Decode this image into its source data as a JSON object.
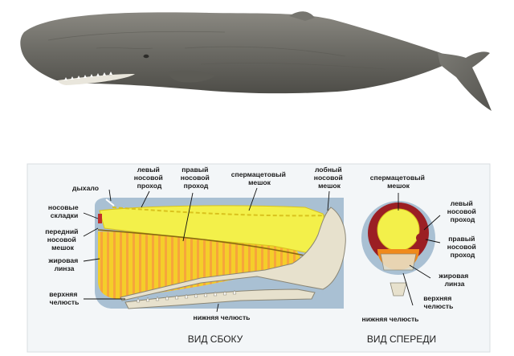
{
  "labels": {
    "blowhole": "дыхало",
    "left_nasal_passage": [
      "левый",
      "носовой",
      "проход"
    ],
    "right_nasal_passage": [
      "правый",
      "носовой",
      "проход"
    ],
    "spermaceti_sac": [
      "спермацетовый",
      "мешок"
    ],
    "frontal_nasal_sac": [
      "лобный",
      "носовой",
      "мешок"
    ],
    "nasal_folds": [
      "носовые",
      "складки"
    ],
    "anterior_nasal_sac": [
      "передний",
      "носовой",
      "мешок"
    ],
    "fat_lens": [
      "жировая",
      "линза"
    ],
    "upper_jaw": [
      "верхняя",
      "челюсть"
    ],
    "lower_jaw": "нижняя челюсть",
    "front_spermaceti_sac": [
      "спермацетовый",
      "мешок"
    ],
    "front_left_nasal_passage": [
      "левый",
      "носовой",
      "проход"
    ],
    "front_right_nasal_passage": [
      "правый",
      "носовой",
      "проход"
    ],
    "front_fat_lens": [
      "жировая",
      "линза"
    ],
    "front_upper_jaw": [
      "верхняя",
      "челюсть"
    ],
    "front_lower_jaw": "нижняя челюсть"
  },
  "captions": {
    "side_view": "ВИД СБОКУ",
    "front_view": "ВИД СПЕРЕДИ"
  },
  "colors": {
    "head_box": "#a9c0d3",
    "spermaceti": "#f3f04a",
    "fat_lens": "#f4ce2a",
    "fat_lens_stripes": "#f7a53b",
    "bone": "#e7e1cd",
    "front_ring": "#9b1f24",
    "front_lens": "#f08a1c",
    "whale_body": "#6d6c66"
  }
}
